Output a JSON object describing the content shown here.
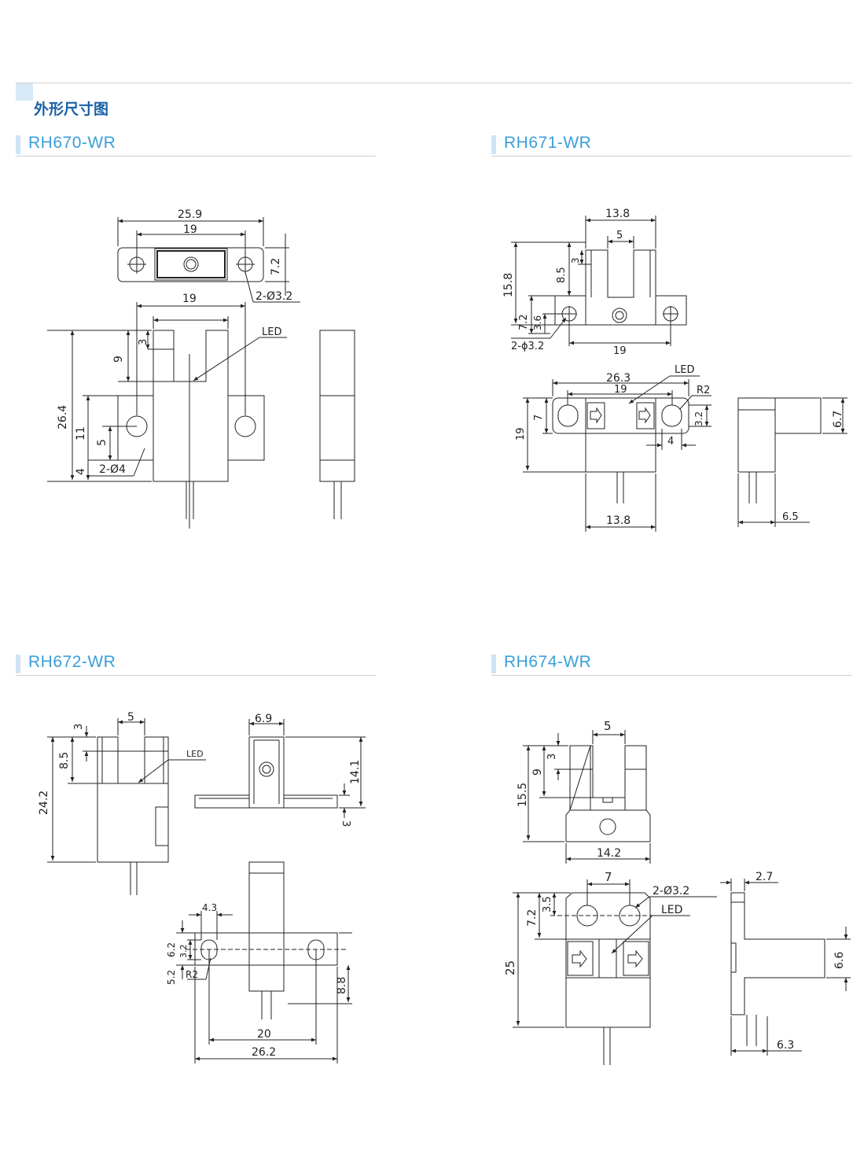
{
  "header": {
    "title": "外形尺寸图"
  },
  "sections": [
    {
      "model": "RH670-WR"
    },
    {
      "model": "RH671-WR"
    },
    {
      "model": "RH672-WR"
    },
    {
      "model": "RH674-WR"
    }
  ],
  "rh670": {
    "top_width": "25.9",
    "top_pitch": "19",
    "top_height": "7.2",
    "top_holes": "2-Ø3.2",
    "front_pitch": "19",
    "slot": "3",
    "arm": "9",
    "led": "LED",
    "height": "26.4",
    "body": "11",
    "hole_y": "5",
    "base": "4",
    "holes": "2-Ø4"
  },
  "rh671": {
    "top_width": "13.8",
    "slot": "5",
    "arm": "8.5",
    "slot_depth": "3",
    "height": "15.8",
    "flange": "7.2",
    "hole_y": "3.6",
    "holes": "2-ϕ3.2",
    "pitch": "19",
    "led": "LED",
    "total": "26.3",
    "pitch2": "19",
    "radius": "R2",
    "slot_h": "3.2",
    "body_h": "7",
    "height2": "19",
    "gap": "4",
    "bottom": "13.8",
    "side_h": "6.7",
    "side_w": "6.5"
  },
  "rh672": {
    "slot": "5",
    "slot_depth": "3",
    "arm": "8.5",
    "height": "24.2",
    "led": "LED",
    "width": "6.9",
    "side_h": "14.1",
    "flange": "3",
    "hole_w": "4.3",
    "h1": "6.2",
    "h2": "3.2",
    "h3": "5.2",
    "radius": "R2",
    "body": "8.8",
    "pitch": "20",
    "total": "26.2"
  },
  "rh674": {
    "slot": "5",
    "slot_depth": "3",
    "arm": "9",
    "height": "15.5",
    "width": "14.2",
    "pitch": "7",
    "holes": "2-Ø3.2",
    "hole_y": "3.5",
    "flange": "7.2",
    "led": "LED",
    "height2": "25",
    "side_t": "2.7",
    "side_h": "6.6",
    "side_w": "6.3"
  }
}
